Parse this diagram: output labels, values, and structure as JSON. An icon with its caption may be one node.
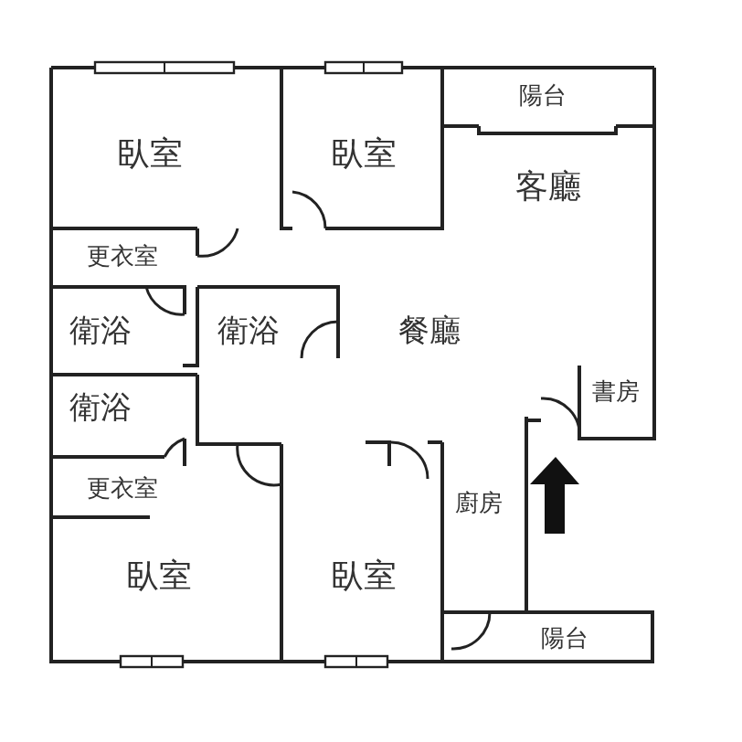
{
  "diagram": {
    "labels": [
      "臥室",
      "臥室",
      "陽台",
      "客廳",
      "更衣室",
      "衛浴",
      "衛浴",
      "餐廳",
      "書房",
      "衛浴",
      "更衣室",
      "廚房",
      "臥室",
      "臥室",
      "陽台"
    ]
  }
}
